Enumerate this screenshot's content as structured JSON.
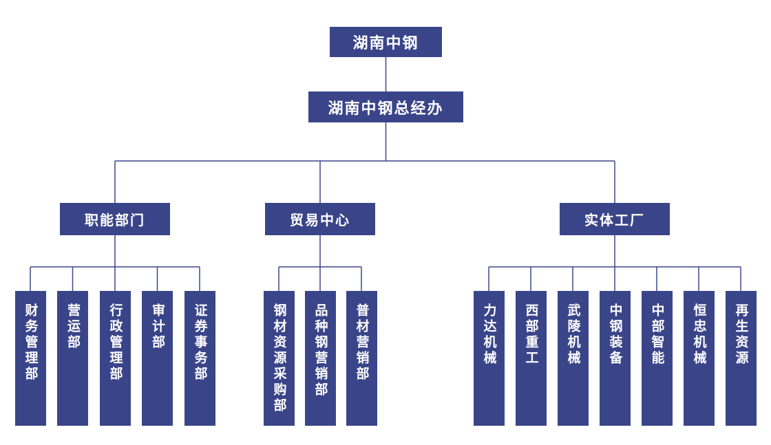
{
  "theme": {
    "box_color": "#3a4589",
    "line_color": "#3a4589",
    "text_color": "#ffffff",
    "background": "#ffffff"
  },
  "org_chart": {
    "root": {
      "label": "湖南中钢"
    },
    "office": {
      "label": "湖南中钢总经办"
    },
    "branches": [
      {
        "label": "职能部门",
        "children": [
          "财务管理部",
          "营运部",
          "行政管理部",
          "审计部",
          "证券事务部"
        ]
      },
      {
        "label": "贸易中心",
        "children": [
          "钢材资源采购部",
          "品种钢营销部",
          "普材营销部"
        ]
      },
      {
        "label": "实体工厂",
        "children": [
          "力达机械",
          "西部重工",
          "武陵机械",
          "中钢装备",
          "中部智能",
          "恒忠机械",
          "再生资源"
        ]
      }
    ]
  }
}
